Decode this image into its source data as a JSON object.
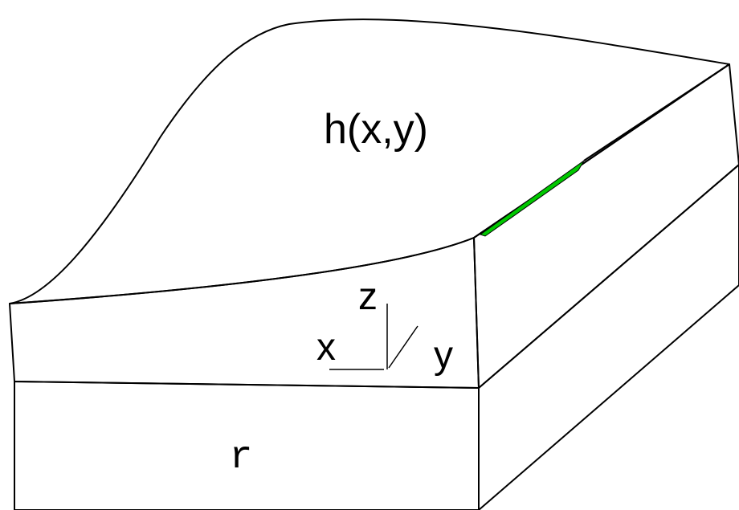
{
  "labels": {
    "surface": "h(x,y)",
    "axis_z": "z",
    "axis_x": "x",
    "axis_y": "y",
    "bedrock": "r"
  },
  "colors": {
    "water": "#39f3ff",
    "ground": "#00c800",
    "outline": "#000000"
  }
}
